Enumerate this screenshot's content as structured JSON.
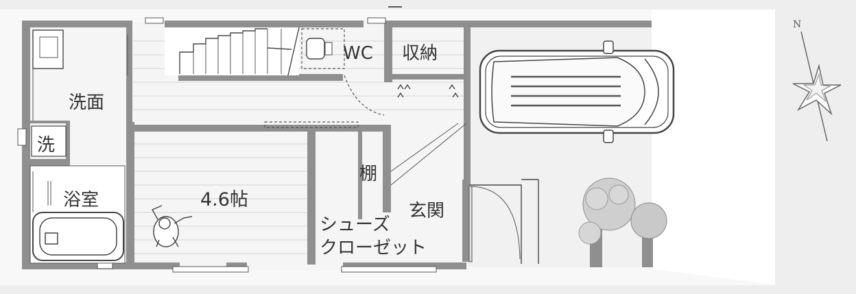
{
  "rooms": {
    "senmen": "洗面",
    "sen": "洗",
    "yokushitsu": "浴室",
    "wc": "WC",
    "shuno": "収納",
    "living": "4.6帖",
    "tana": "棚",
    "genkan": "玄関",
    "shoes_line1": "シューズ",
    "shoes_line2": "クローゼット"
  },
  "compass": {
    "north_label": "N"
  },
  "colors": {
    "wall": "#8f8f8f",
    "floor": "#f4f4f4",
    "exterior": "#eeeeee",
    "parking": "#f6f6f6"
  },
  "icons": [
    "compass-icon",
    "car-icon",
    "tree-icon",
    "person-icon",
    "bathtub-icon",
    "washer-icon",
    "toilet-icon",
    "stairs-icon"
  ]
}
